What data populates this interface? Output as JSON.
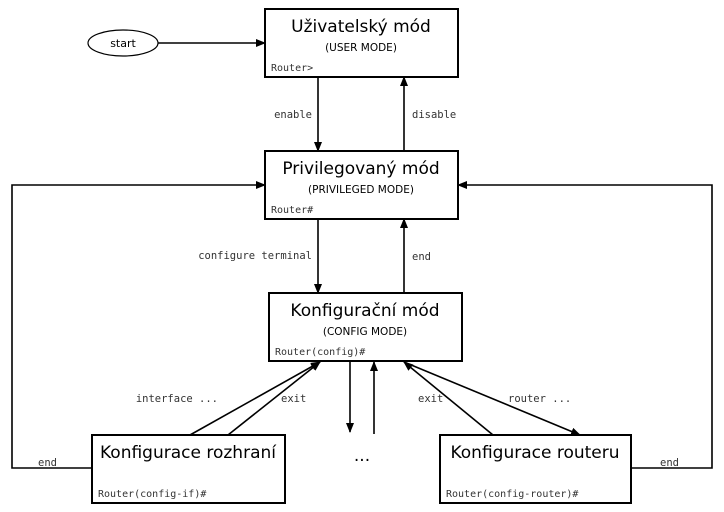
{
  "start": {
    "label": "start"
  },
  "user_mode": {
    "title": "Uživatelský mód",
    "subtitle": "(USER MODE)",
    "prompt": "Router>"
  },
  "privileged_mode": {
    "title": "Privilegovaný mód",
    "subtitle": "(PRIVILEGED MODE)",
    "prompt": "Router#"
  },
  "config_mode": {
    "title": "Konfigurační mód",
    "subtitle": "(CONFIG MODE)",
    "prompt": "Router(config)#"
  },
  "interface_config": {
    "title": "Konfigurace rozhraní",
    "prompt": "Router(config-if)#"
  },
  "router_config": {
    "title": "Konfigurace routeru",
    "prompt": "Router(config-router)#"
  },
  "more_modes": {
    "label": "..."
  },
  "edges": {
    "enable": "enable",
    "disable": "disable",
    "configure_terminal": "configure terminal",
    "end_config": "end",
    "interface": "interface ...",
    "exit_interface": "exit",
    "exit_router": "exit",
    "router": "router ...",
    "end_left": "end",
    "end_right": "end"
  }
}
